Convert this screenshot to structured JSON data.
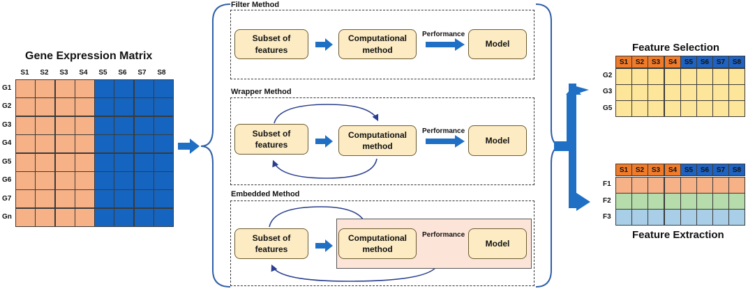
{
  "matrix": {
    "title": "Gene Expression Matrix",
    "columns": [
      "S1",
      "S2",
      "S3",
      "S4",
      "S5",
      "S6",
      "S7",
      "S8"
    ],
    "rows": [
      "G1",
      "G2",
      "G3",
      "G4",
      "G5",
      "G6",
      "G7",
      "Gn"
    ]
  },
  "methods": [
    {
      "title": "Filter Method",
      "subset_label": "Subset of\nfeatures",
      "compute_label": "Computational\nmethod",
      "perf_label": "Performance",
      "model_label": "Model"
    },
    {
      "title": "Wrapper  Method",
      "subset_label": "Subset of\nfeatures",
      "compute_label": "Computational\nmethod",
      "perf_label": "Performance",
      "model_label": "Model"
    },
    {
      "title": "Embedded  Method",
      "subset_label": "Subset of\nfeatures",
      "compute_label": "Computational\nmethod",
      "perf_label": "Performance",
      "model_label": "Model"
    }
  ],
  "selection": {
    "title": "Feature Selection",
    "columns": [
      "S1",
      "S2",
      "S3",
      "S4",
      "S5",
      "S6",
      "S7",
      "S8"
    ],
    "rows": [
      "G2",
      "G3",
      "G5"
    ]
  },
  "extraction": {
    "title": "Feature Extraction",
    "columns": [
      "S1",
      "S2",
      "S3",
      "S4",
      "S5",
      "S6",
      "S7",
      "S8"
    ],
    "rows": [
      "F1",
      "F2",
      "F3"
    ]
  },
  "colors": {
    "orange_cell": "#f6b186",
    "blue_cell": "#1565c0",
    "orange_header": "#f07b2a",
    "blue_header": "#1f62c0",
    "yellow_cell": "#fde69a",
    "green_cell": "#b5dcaa",
    "lightblue_cell": "#a9cfe8",
    "node_fill": "#fcebc3",
    "embedded_fill": "#fde4d8",
    "arrow": "#1f6fc4"
  }
}
